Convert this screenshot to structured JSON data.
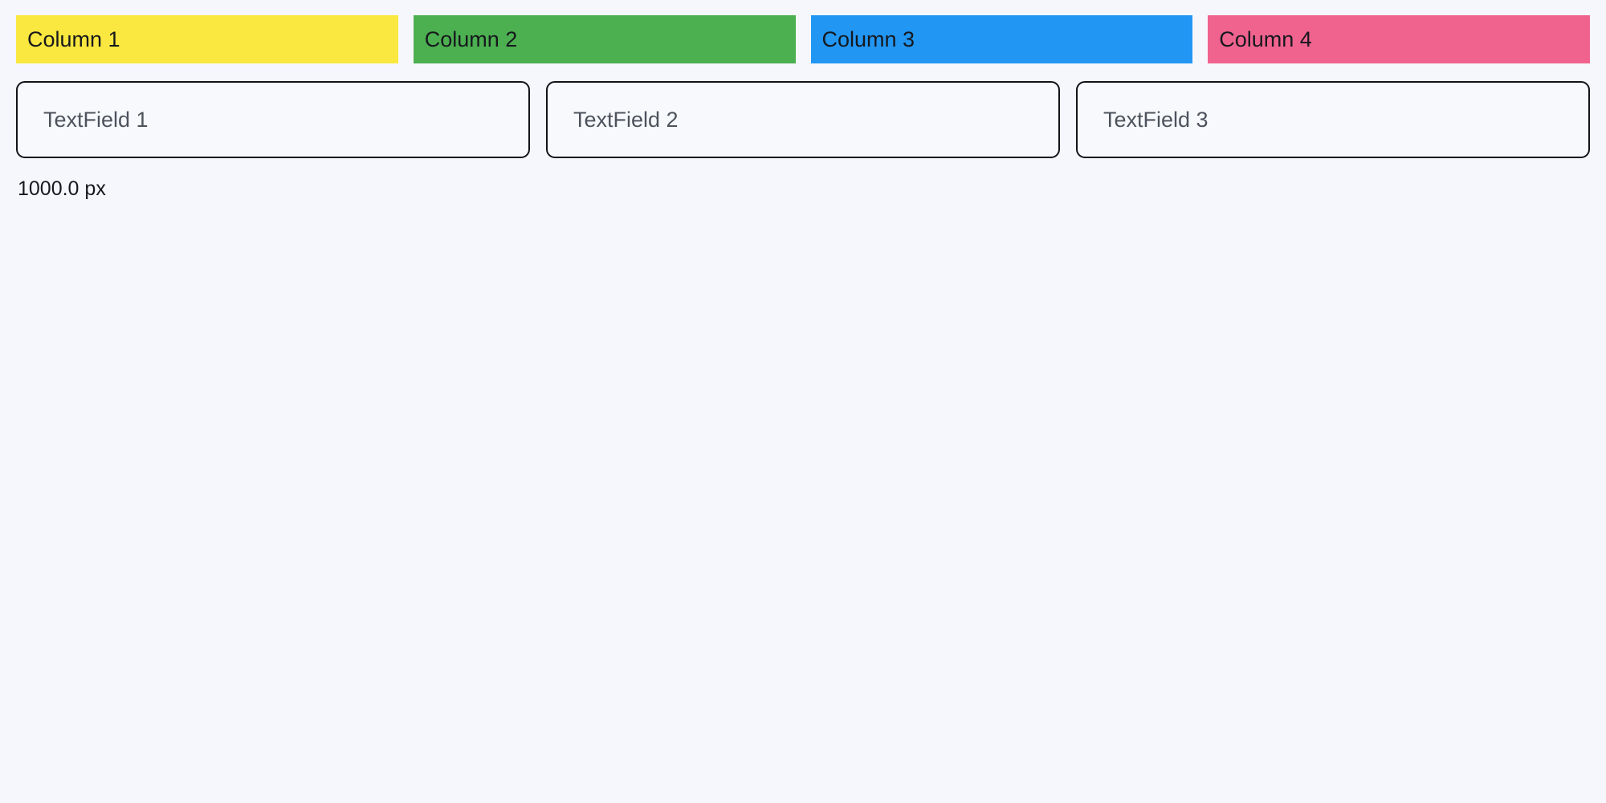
{
  "app": {
    "background_color": "#f6f7fc"
  },
  "columns": {
    "items": [
      {
        "label": "Column 1",
        "color": "#fae game",
        "bg": "#fae73f"
      },
      {
        "label": "Column 2",
        "bg": "#4caf50"
      },
      {
        "label": "Column 3",
        "bg": "#2196f3"
      },
      {
        "label": "Column 4",
        "bg": "#f0638f"
      }
    ]
  },
  "textfields": {
    "items": [
      {
        "placeholder": "TextField 1",
        "value": ""
      },
      {
        "placeholder": "TextField 2",
        "value": ""
      },
      {
        "placeholder": "TextField 3",
        "value": ""
      }
    ]
  },
  "measurement": {
    "label": "1000.0 px"
  }
}
